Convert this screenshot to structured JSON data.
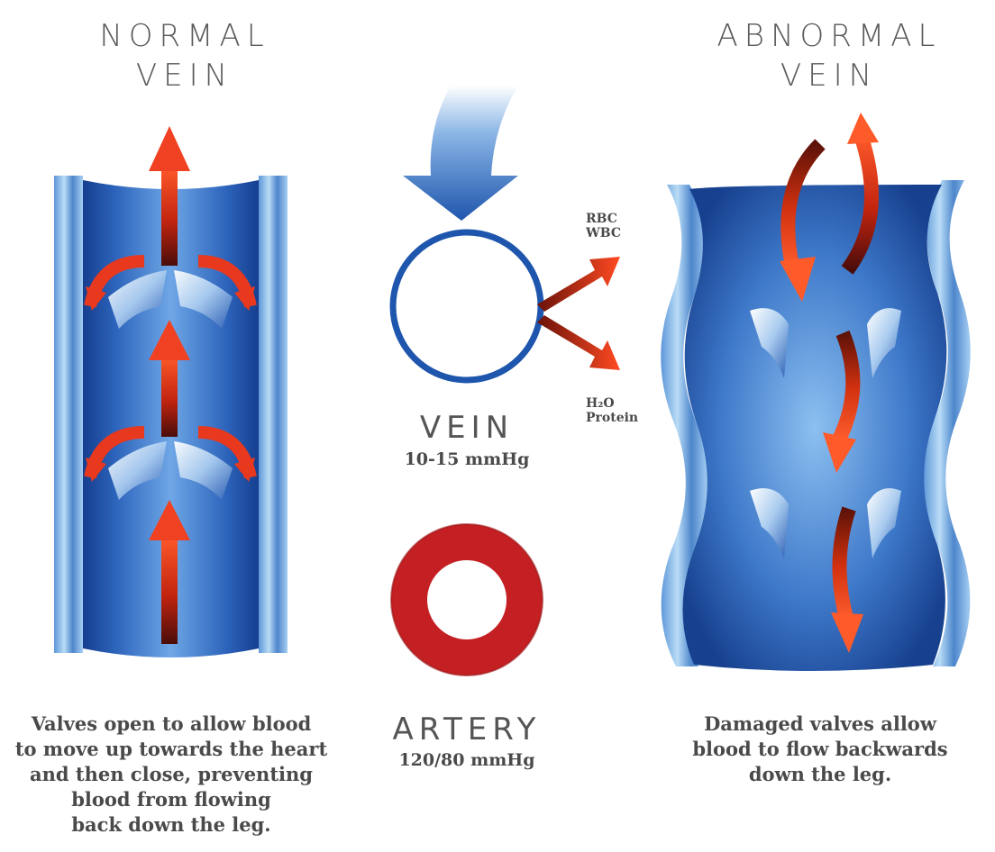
{
  "normal": {
    "title_line1": "NORMAL",
    "title_line2": "VEIN",
    "caption": [
      "Valves open to allow blood",
      "to move up towards the heart",
      "and then close, preventing",
      "blood from flowing",
      "back down the leg."
    ]
  },
  "abnormal": {
    "title_line1": "ABNORMAL",
    "title_line2": "VEIN",
    "caption": [
      "Damaged valves allow",
      "blood to flow backwards",
      "down the leg."
    ]
  },
  "center": {
    "vein_label": "VEIN",
    "vein_pressure": "10-15 mmHg",
    "artery_label": "ARTERY",
    "artery_pressure": "120/80 mmHg",
    "out_top_line1": "RBC",
    "out_top_line2": "WBC",
    "out_bottom_line1": "H₂O",
    "out_bottom_line2": "Protein"
  },
  "colors": {
    "vein_blue": "#2a5fb0",
    "vein_light": "#9cc8f0",
    "arrow_red": "#e8381e",
    "artery_red": "#c42023"
  }
}
